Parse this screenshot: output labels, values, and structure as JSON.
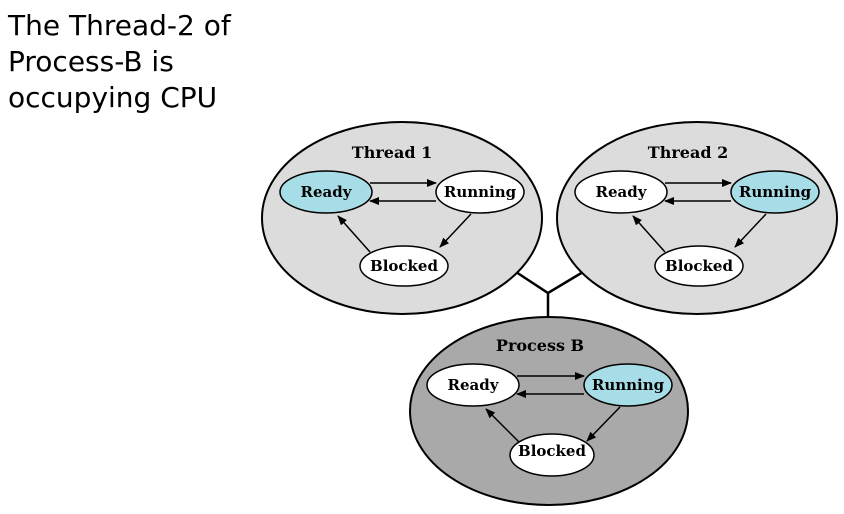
{
  "caption": {
    "lines": [
      "The Thread-2 of",
      "Process-B is",
      "occupying CPU"
    ]
  },
  "colors": {
    "thread_bg": "#dcdcdc",
    "process_bg": "#a9a9a9",
    "active_state": "#a6dde6",
    "inactive_state": "#ffffff",
    "stroke": "#000000"
  },
  "diagram": {
    "thread1": {
      "title": "Thread 1",
      "states": {
        "ready": "Ready",
        "running": "Running",
        "blocked": "Blocked"
      },
      "active_state": "ready"
    },
    "thread2": {
      "title": "Thread 2",
      "states": {
        "ready": "Ready",
        "running": "Running",
        "blocked": "Blocked"
      },
      "active_state": "running"
    },
    "process": {
      "title": "Process B",
      "states": {
        "ready": "Ready",
        "running": "Running",
        "blocked": "Blocked"
      },
      "active_state": "running"
    }
  }
}
